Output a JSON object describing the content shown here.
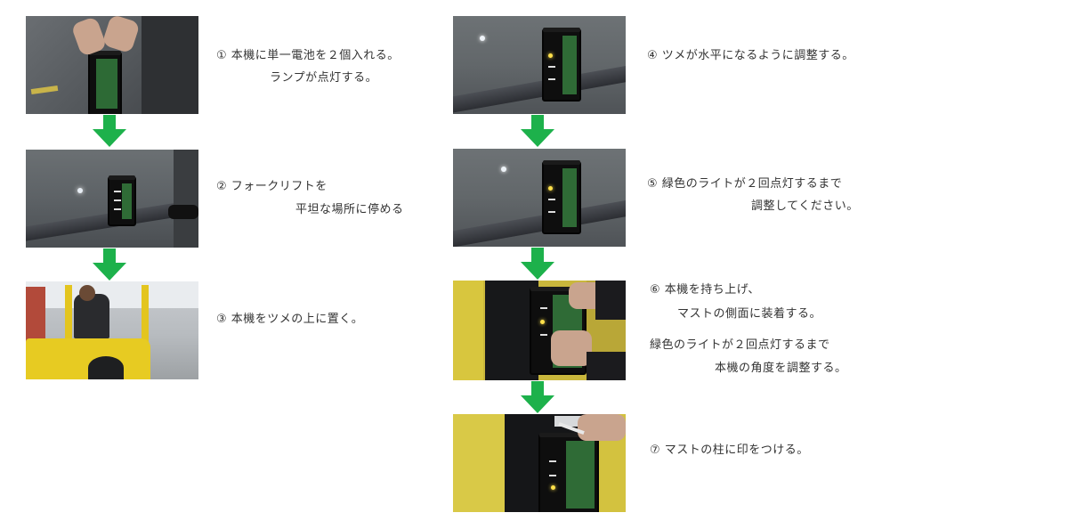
{
  "colors": {
    "arrow": "#1db14b",
    "text": "#333333"
  },
  "steps": [
    {
      "line1": "① 本機に単一電池を２個入れる。",
      "line2": "ランプが点灯する。"
    },
    {
      "line1": "② フォークリフトを",
      "line2": "平坦な場所に停める"
    },
    {
      "line1": "③ 本機をツメの上に置く。"
    },
    {
      "line1": "④ ツメが水平になるように調整する。"
    },
    {
      "line1": "⑤ 緑色のライトが２回点灯するまで",
      "line2": "調整してください。"
    },
    {
      "line1": "⑥ 本機を持ち上げ、",
      "line2": "マストの側面に装着する。",
      "line3": "緑色のライトが２回点灯するまで",
      "line4": "本機の角度を調整する。"
    },
    {
      "line1": "⑦ マストの柱に印をつける。"
    }
  ],
  "photos": [
    "battery-insertion-photo",
    "forklift-fork-photo",
    "forklift-operator-photo",
    "device-on-fork-photo",
    "device-leveled-photo",
    "device-on-mast-photo",
    "mast-marking-photo"
  ]
}
